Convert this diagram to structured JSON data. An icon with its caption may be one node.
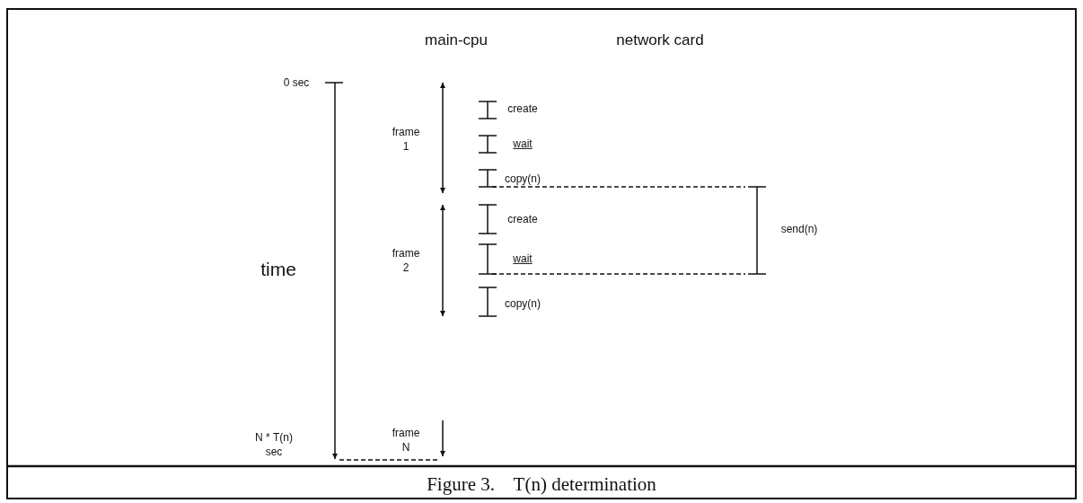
{
  "diagram": {
    "caption": "Figure 3.    T(n) determination",
    "labels": [
      "main-cpu",
      "network card",
      "0 sec",
      "create",
      "wait",
      "frame 1",
      "copy(n)",
      "create",
      "send(n)",
      "time",
      "frame 2",
      "wait",
      "copy(n)",
      "frame N",
      "N * T(n) sec"
    ]
  }
}
